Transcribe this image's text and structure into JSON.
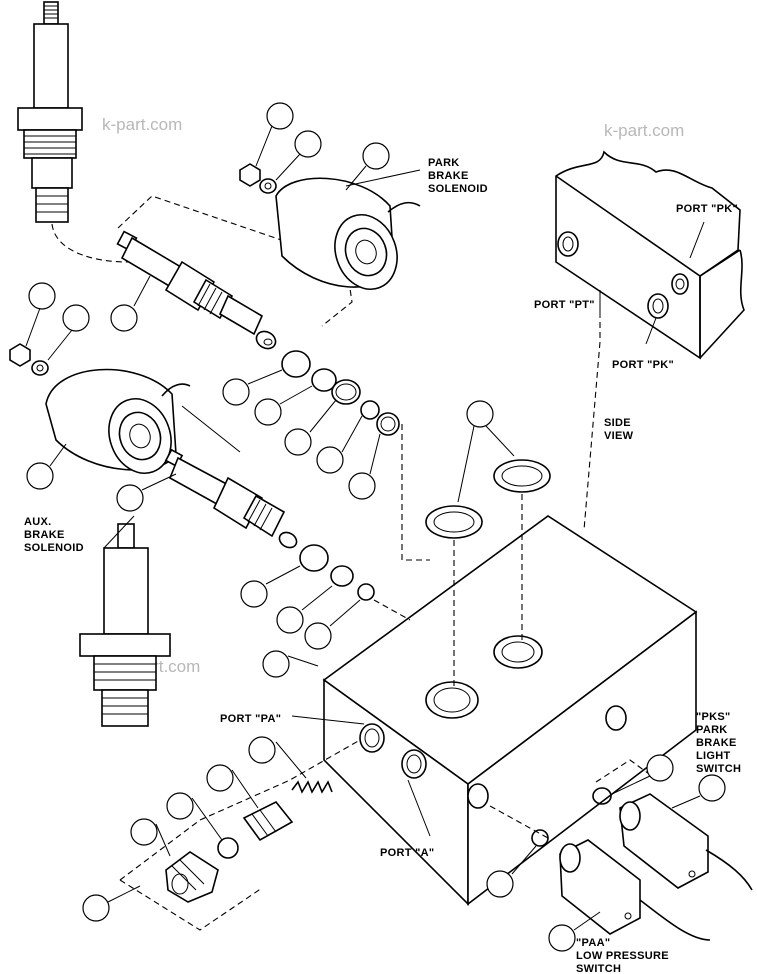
{
  "watermark": "k-part.com",
  "labels": {
    "park_brake_solenoid": [
      "PARK",
      "BRAKE",
      "SOLENOID"
    ],
    "aux_brake_solenoid": [
      "AUX.",
      "BRAKE",
      "SOLENOID"
    ],
    "side_view": [
      "SIDE",
      "VIEW"
    ],
    "port_pk_top": "PORT \"PK\"",
    "port_pt": "PORT \"PT\"",
    "port_pk_bottom": "PORT \"PK\"",
    "port_pa": "PORT \"PA\"",
    "port_a": "PORT \"A\"",
    "pks_switch": [
      "\"PKS\"",
      "PARK",
      "BRAKE",
      "LIGHT",
      "SWITCH"
    ],
    "paa_switch": [
      "\"PAA\"",
      "LOW PRESSURE",
      "SWITCH"
    ]
  }
}
